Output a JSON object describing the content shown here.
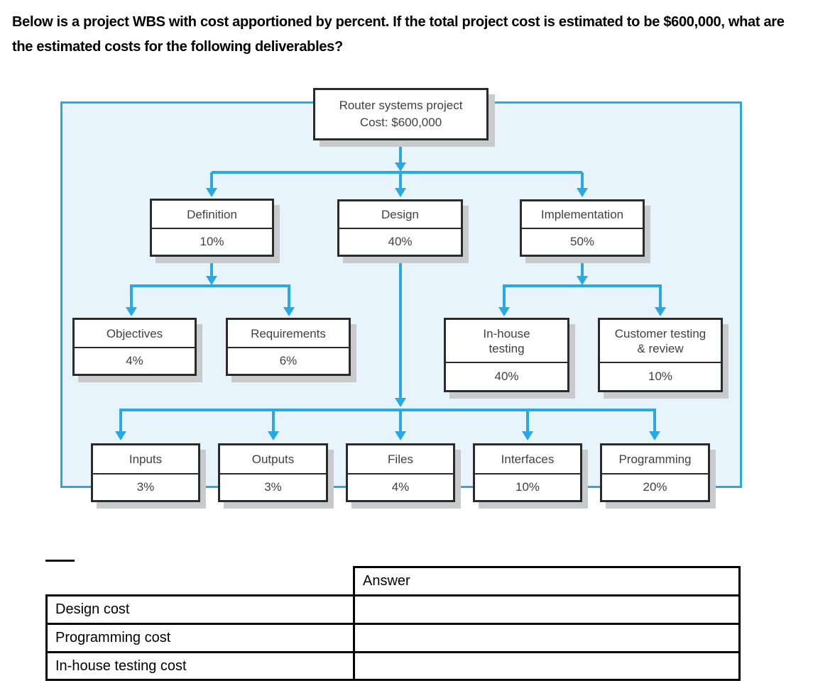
{
  "question": "Below is a project WBS with cost apportioned by percent. If the total project cost is estimated to be $600,000, what are the estimated costs for the following deliverables?",
  "diagram": {
    "root": {
      "title": "Router systems project",
      "cost": "Cost: $600,000"
    },
    "nodes": {
      "definition": {
        "label": "Definition",
        "pct": "10%"
      },
      "design": {
        "label": "Design",
        "pct": "40%"
      },
      "implementation": {
        "label": "Implementation",
        "pct": "50%"
      },
      "objectives": {
        "label": "Objectives",
        "pct": "4%"
      },
      "requirements": {
        "label": "Requirements",
        "pct": "6%"
      },
      "inhouse": {
        "label": "In-house\ntesting",
        "pct": "40%"
      },
      "customer": {
        "label": "Customer testing\n& review",
        "pct": "10%"
      },
      "inputs": {
        "label": "Inputs",
        "pct": "3%"
      },
      "outputs": {
        "label": "Outputs",
        "pct": "3%"
      },
      "files": {
        "label": "Files",
        "pct": "4%"
      },
      "interfaces": {
        "label": "Interfaces",
        "pct": "10%"
      },
      "programming": {
        "label": "Programming",
        "pct": "20%"
      }
    }
  },
  "table": {
    "header": "Answer",
    "rows": [
      "Design cost",
      "Programming cost",
      "In-house testing cost"
    ]
  },
  "colors": {
    "connector_blue": "#29a9e1",
    "panel_fill": "#e8f4fb",
    "box_border": "#2b2b2b",
    "box_shadow": "#c9cacc",
    "node_text": "#414042",
    "table_border": "#000000"
  }
}
